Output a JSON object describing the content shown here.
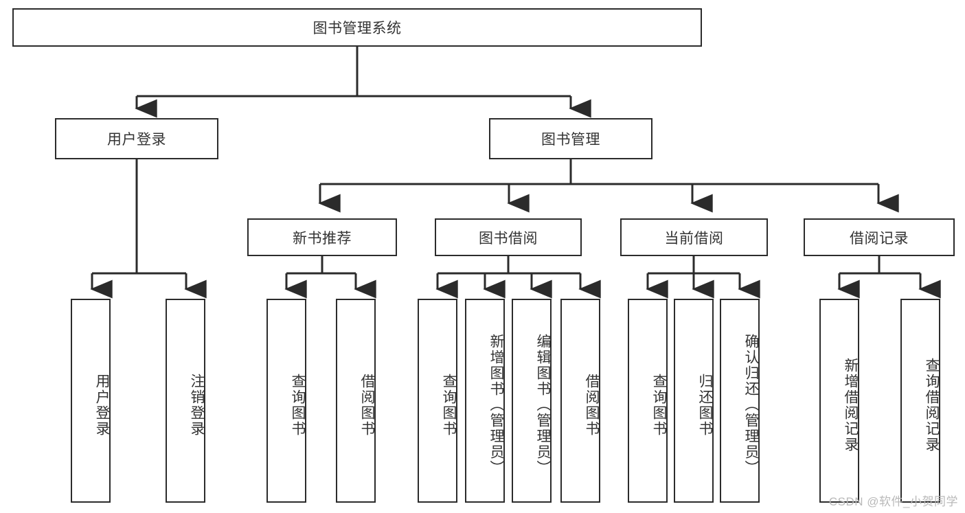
{
  "diagram": {
    "title": "图书管理系统",
    "type": "functional-decomposition-tree",
    "orientation": "top-down",
    "colors": {
      "box_border": "#2b2b2b",
      "box_fill": "#ffffff",
      "text": "#333333",
      "connector": "#2b2b2b",
      "watermark": "#b9b9b9"
    },
    "root": {
      "label": "图书管理系统",
      "text_orientation": "horizontal"
    },
    "level1": [
      {
        "label": "用户登录",
        "text_orientation": "horizontal"
      },
      {
        "label": "图书管理",
        "text_orientation": "horizontal"
      }
    ],
    "level2": [
      {
        "label": "新书推荐",
        "text_orientation": "horizontal"
      },
      {
        "label": "图书借阅",
        "text_orientation": "horizontal"
      },
      {
        "label": "当前借阅",
        "text_orientation": "horizontal"
      },
      {
        "label": "借阅记录",
        "text_orientation": "horizontal"
      }
    ],
    "leaves": {
      "user_login": [
        {
          "label": "用户登录",
          "text_orientation": "vertical"
        },
        {
          "label": "注销登录",
          "text_orientation": "vertical"
        }
      ],
      "new_book_recommend": [
        {
          "label": "查询图书",
          "text_orientation": "vertical"
        },
        {
          "label": "借阅图书",
          "text_orientation": "vertical"
        }
      ],
      "book_borrow": [
        {
          "label": "查询图书",
          "text_orientation": "vertical"
        },
        {
          "label": "新增图书（管理员）",
          "text_orientation": "vertical"
        },
        {
          "label": "编辑图书（管理员）",
          "text_orientation": "vertical"
        },
        {
          "label": "借阅图书",
          "text_orientation": "vertical"
        }
      ],
      "current_borrow": [
        {
          "label": "查询图书",
          "text_orientation": "vertical"
        },
        {
          "label": "归还图书",
          "text_orientation": "vertical"
        },
        {
          "label": "确认归还（管理员）",
          "text_orientation": "vertical"
        }
      ],
      "borrow_record": [
        {
          "label": "新增借阅记录",
          "text_orientation": "vertical"
        },
        {
          "label": "查询借阅记录",
          "text_orientation": "vertical"
        }
      ]
    }
  },
  "watermark": {
    "text": "CSDN @软件_小贺同学"
  }
}
